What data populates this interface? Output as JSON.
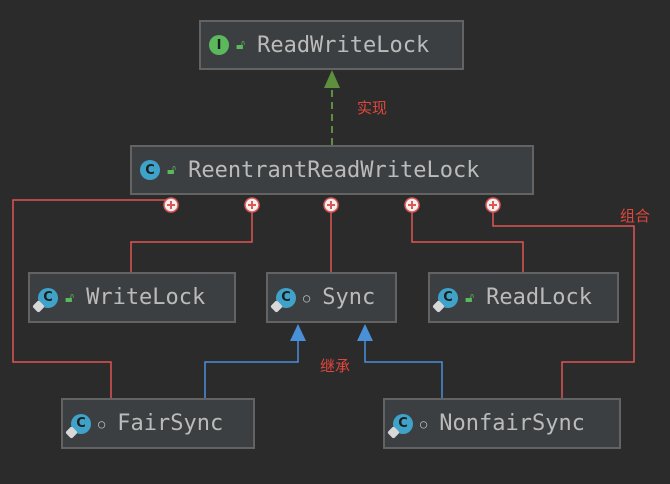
{
  "nodes": {
    "readwritelock": {
      "name": "ReadWriteLock",
      "badge": "I"
    },
    "reentrant": {
      "name": "ReentrantReadWriteLock",
      "badge": "C"
    },
    "writelock": {
      "name": "WriteLock",
      "badge": "C"
    },
    "sync": {
      "name": "Sync",
      "badge": "C"
    },
    "readlock": {
      "name": "ReadLock",
      "badge": "C"
    },
    "fairsync": {
      "name": "FairSync",
      "badge": "C"
    },
    "nonfairsync": {
      "name": "NonfairSync",
      "badge": "C"
    }
  },
  "labels": {
    "implements": "实现",
    "composition": "组合",
    "inheritance": "继承"
  },
  "colors": {
    "background": "#2b2b2b",
    "implements_edge": "#5e8f3e",
    "composition_edge": "#e05555",
    "inheritance_edge": "#4a90d9",
    "label": "#e0473c"
  }
}
